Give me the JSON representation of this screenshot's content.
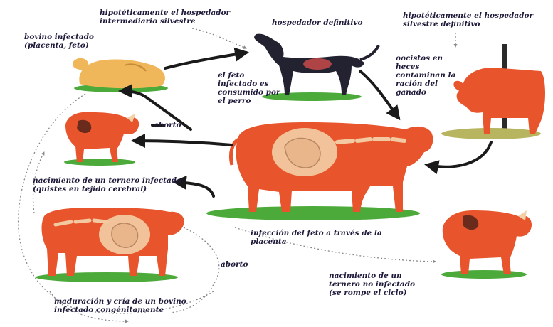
{
  "labels": {
    "intermediate_host": [
      "hipotéticamente el hospedador",
      "intermediario silvestre"
    ],
    "definitive_host": "hospedador definitivo",
    "wild_definitive_host": [
      "hipotéticamente el hospedador",
      "silvestre definitivo"
    ],
    "infected_bovine": [
      "bovino infectado",
      "(placenta, feto)"
    ],
    "fetus_eaten": [
      "el feto",
      "infectado es",
      "consumido por",
      "el perro"
    ],
    "oocysts": [
      "oocistos en",
      "heces",
      "contaminan la",
      "ración del",
      "ganado"
    ],
    "abortion_top": "aborto",
    "infected_calf_birth": [
      "nacimiento de un ternero infectado",
      "(quistes en tejido cerebral)"
    ],
    "placenta_infection": [
      "infección del feto a través de la",
      "placenta"
    ],
    "abortion_bottom": "aborto",
    "uninfected_calf_birth": [
      "nacimiento de un",
      "ternero no infectado",
      "(se rompe el ciclo)"
    ],
    "maturation": [
      "maduración y cría de un bovino",
      "infectado congénitamente"
    ]
  },
  "colors": {
    "cow": "#e8552c",
    "cow_dark": "#6a2a1c",
    "grass": "#4caa3a",
    "dog": "#222230",
    "fetus": "#f2c9a0",
    "text": "#1d1a3a"
  }
}
